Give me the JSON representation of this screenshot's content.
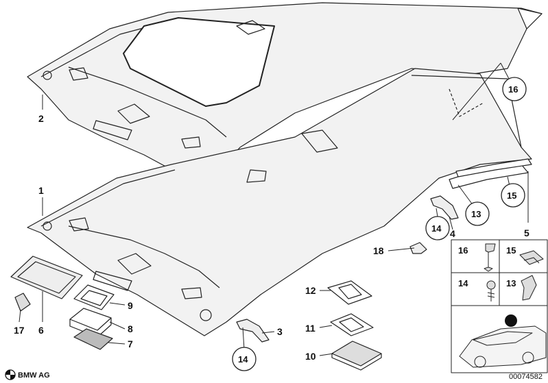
{
  "brand": {
    "name": "BMW AG"
  },
  "diagram_code": "00074582",
  "callouts": [
    {
      "id": "2",
      "label": "2"
    },
    {
      "id": "1",
      "label": "1"
    },
    {
      "id": "16-top",
      "label": "16"
    },
    {
      "id": "13-right",
      "label": "13"
    },
    {
      "id": "15-right",
      "label": "15"
    },
    {
      "id": "4",
      "label": "4"
    },
    {
      "id": "14-right",
      "label": "14"
    },
    {
      "id": "5",
      "label": "5"
    },
    {
      "id": "18",
      "label": "18"
    },
    {
      "id": "12",
      "label": "12"
    },
    {
      "id": "11",
      "label": "11"
    },
    {
      "id": "10",
      "label": "10"
    },
    {
      "id": "3",
      "label": "3"
    },
    {
      "id": "14-bottom",
      "label": "14"
    },
    {
      "id": "9",
      "label": "9"
    },
    {
      "id": "8",
      "label": "8"
    },
    {
      "id": "7",
      "label": "7"
    },
    {
      "id": "6",
      "label": "6"
    },
    {
      "id": "17",
      "label": "17"
    }
  ],
  "legend": [
    {
      "id": "16",
      "label": "16"
    },
    {
      "id": "15",
      "label": "15"
    },
    {
      "id": "14",
      "label": "14"
    },
    {
      "id": "13",
      "label": "13"
    }
  ]
}
